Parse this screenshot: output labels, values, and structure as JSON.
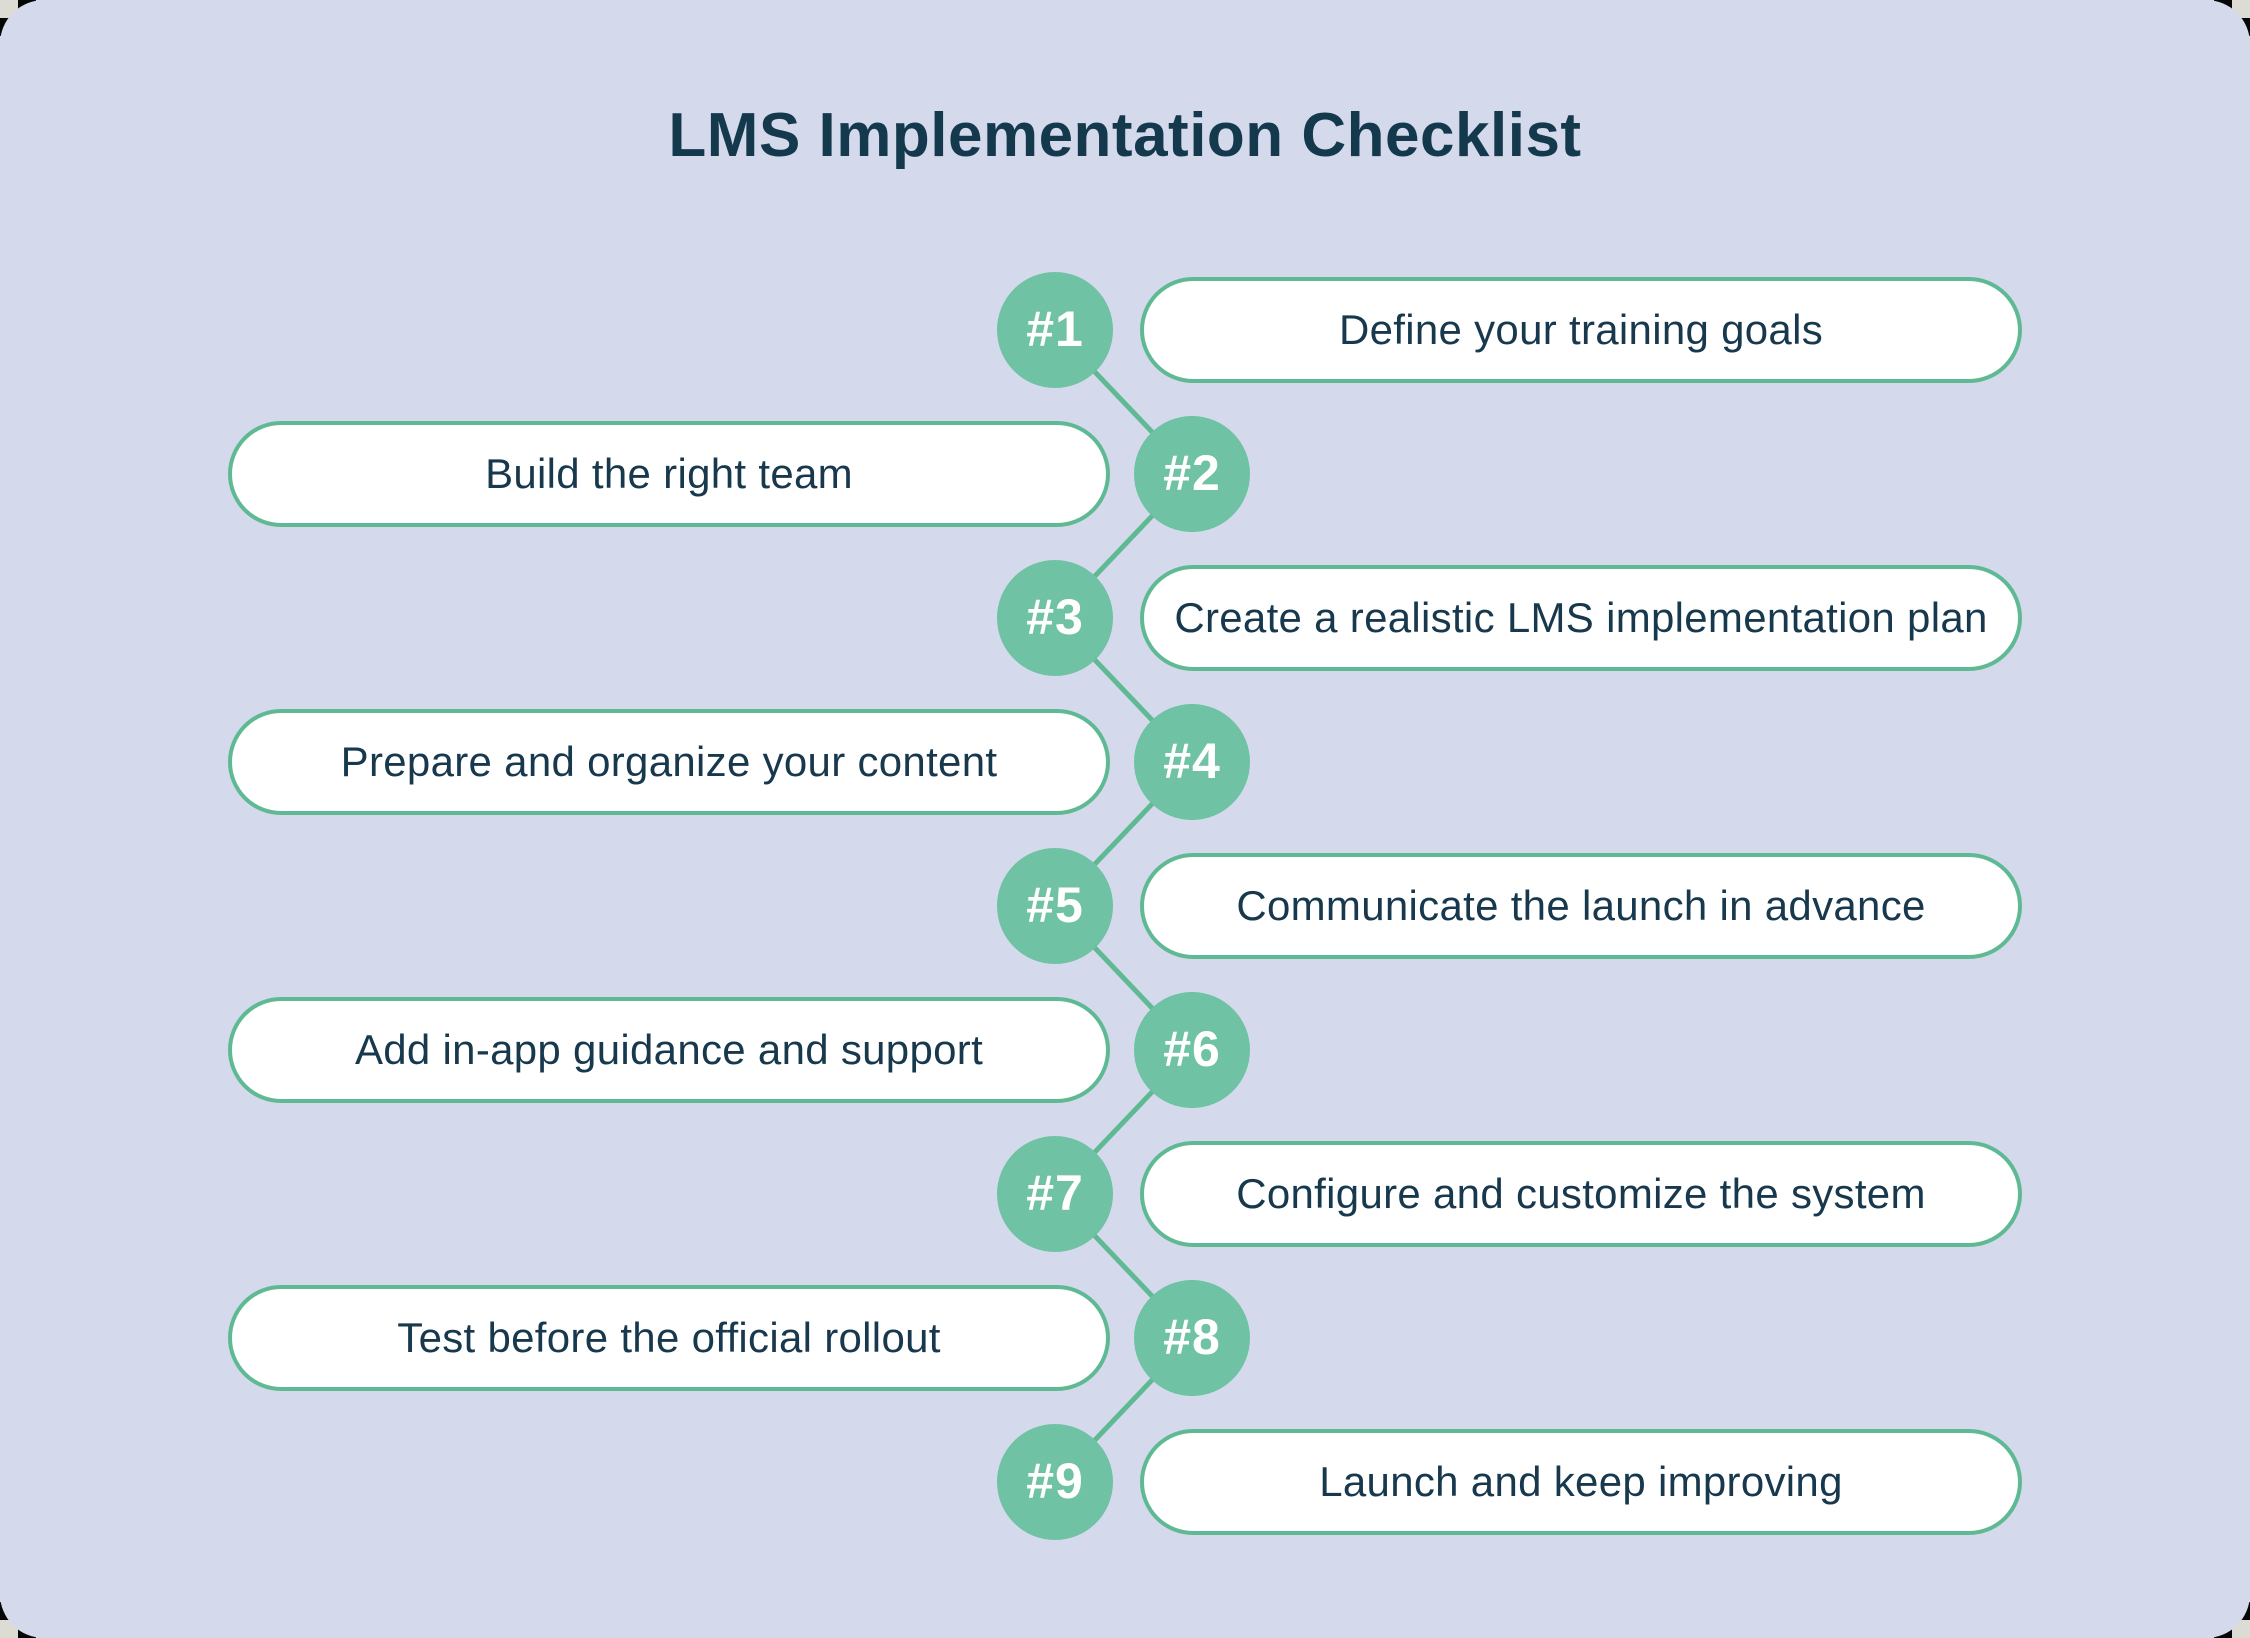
{
  "title": "LMS Implementation Checklist",
  "steps": [
    {
      "number": "#1",
      "label": "Define your training goals",
      "side": "right"
    },
    {
      "number": "#2",
      "label": "Build the right team",
      "side": "left"
    },
    {
      "number": "#3",
      "label": "Create a realistic LMS implementation plan",
      "side": "right"
    },
    {
      "number": "#4",
      "label": "Prepare and organize your content",
      "side": "left"
    },
    {
      "number": "#5",
      "label": "Communicate the launch in advance",
      "side": "right"
    },
    {
      "number": "#6",
      "label": "Add in-app guidance and support",
      "side": "left"
    },
    {
      "number": "#7",
      "label": "Configure and customize the system",
      "side": "right"
    },
    {
      "number": "#8",
      "label": "Test before the official rollout",
      "side": "left"
    },
    {
      "number": "#9",
      "label": "Launch and keep improving",
      "side": "right"
    }
  ],
  "colors": {
    "background": "#D4DAEC",
    "circle_green": "#6FC2A3",
    "line_green": "#5FBA93",
    "pill_fill": "#FFFFFF",
    "text_navy": "#17384D",
    "title_navy": "#14384C",
    "number_white": "#FFFFFF"
  }
}
